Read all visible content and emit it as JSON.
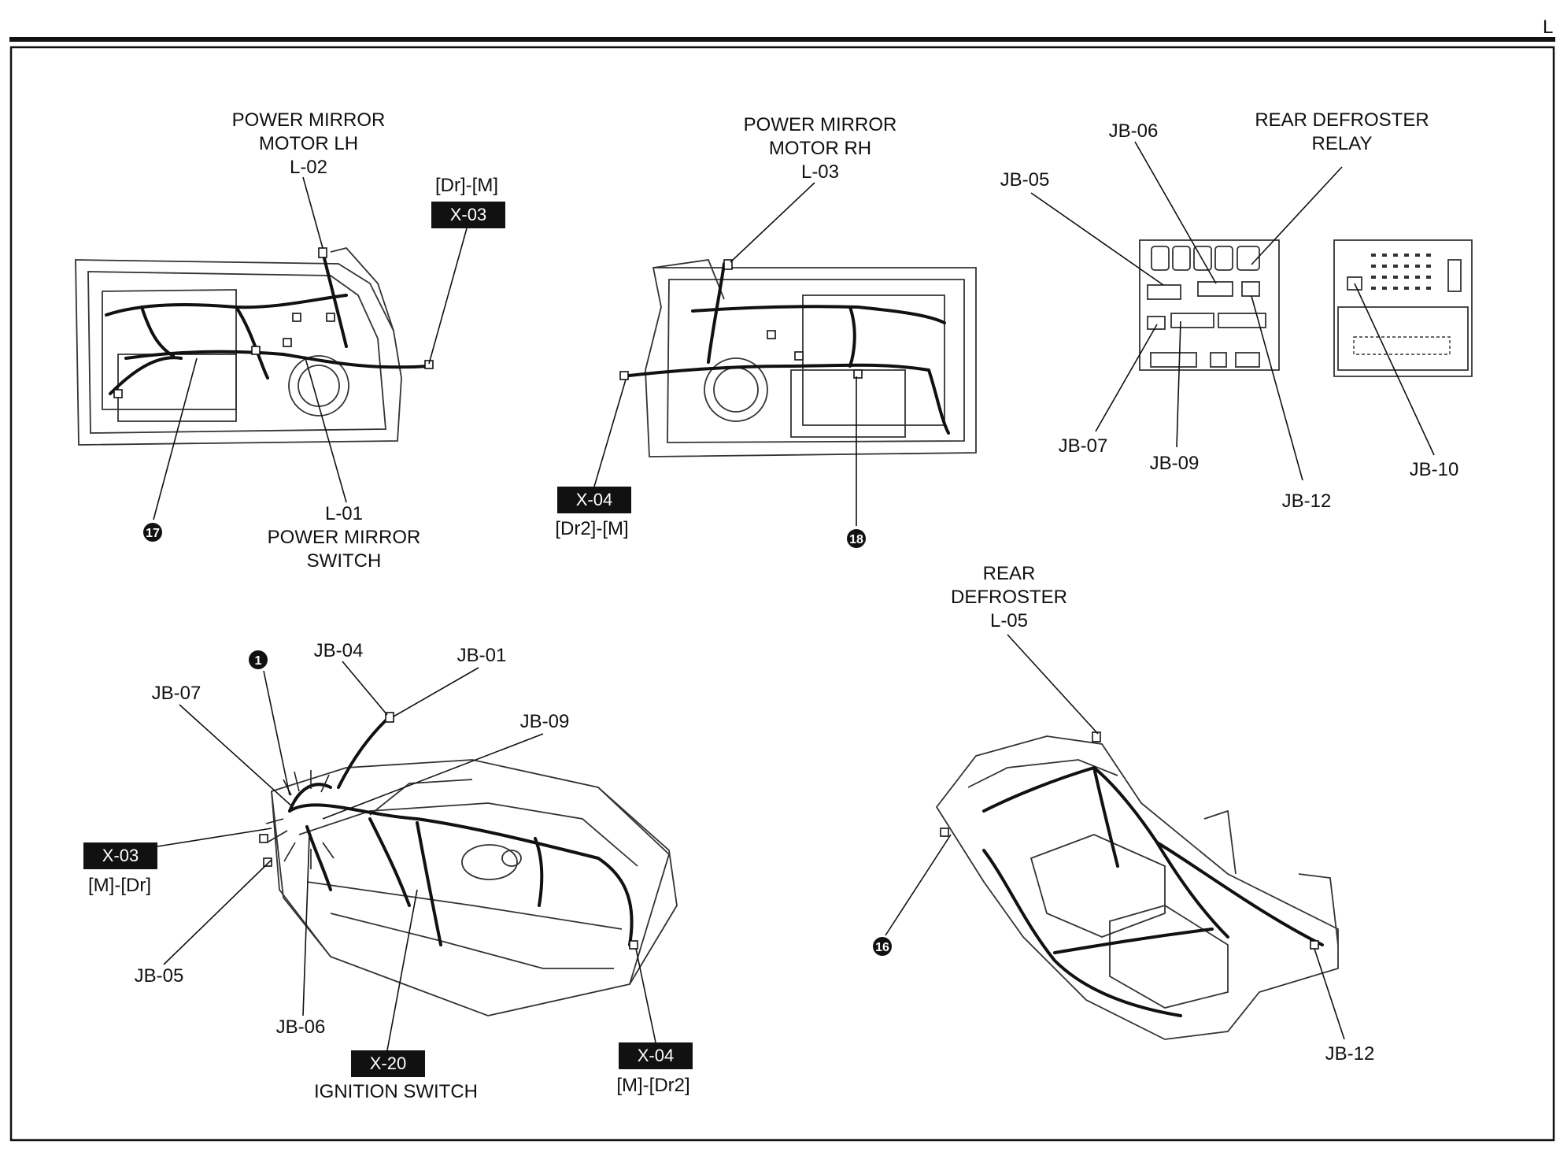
{
  "page": {
    "section_letter": "L"
  },
  "door_lh": {
    "mirror_motor": {
      "line1": "POWER MIRROR",
      "line2": "MOTOR LH",
      "code": "L-02"
    },
    "connector_tag": "X-03",
    "connector_sub": "[Dr]-[M]",
    "switch": {
      "code": "L-01",
      "line1": "POWER MIRROR",
      "line2": "SWITCH"
    },
    "ground_number": "17"
  },
  "door_rh": {
    "mirror_motor": {
      "line1": "POWER MIRROR",
      "line2": "MOTOR  RH",
      "code": "L-03"
    },
    "connector_tag": "X-04",
    "connector_sub": "[Dr2]-[M]",
    "ground_number": "18"
  },
  "junction_box": {
    "labels": [
      "JB-06",
      "JB-05",
      "JB-07",
      "JB-09",
      "JB-12",
      "JB-10"
    ],
    "relay": {
      "line1": "REAR DEFROSTER",
      "line2": "RELAY"
    }
  },
  "instrument_panel": {
    "ground_number": "1",
    "labels": {
      "jb04": "JB-04",
      "jb01": "JB-01",
      "jb07": "JB-07",
      "jb09": "JB-09",
      "jb05": "JB-05",
      "jb06": "JB-06"
    },
    "x03": {
      "tag": "X-03",
      "sub": "[M]-[Dr]"
    },
    "x20": {
      "tag": "X-20",
      "sub": "IGNITION SWITCH"
    },
    "x04": {
      "tag": "X-04",
      "sub": "[M]-[Dr2]"
    }
  },
  "floor": {
    "defroster": {
      "line1": "REAR",
      "line2": "DEFROSTER",
      "code": "L-05"
    },
    "ground_number": "16",
    "jb12": "JB-12"
  }
}
